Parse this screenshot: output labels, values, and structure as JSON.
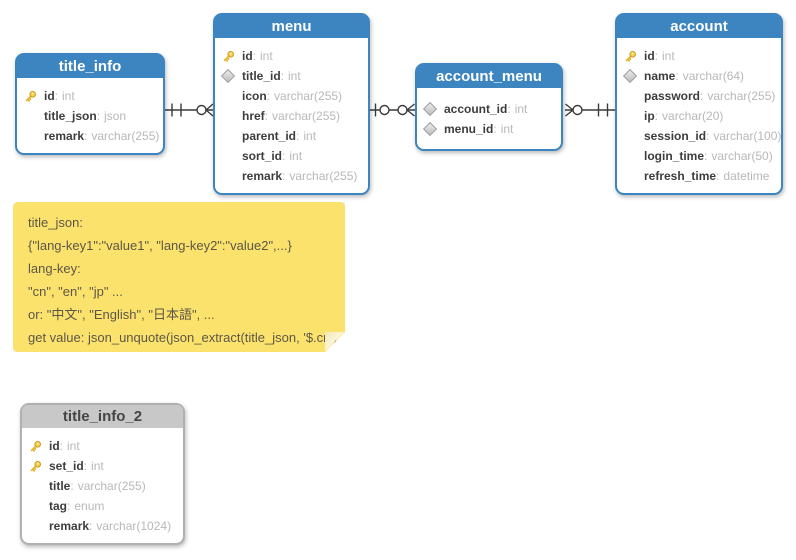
{
  "ui": {
    "colon": ":"
  },
  "colors": {
    "entity_blue": "#3c85c0",
    "entity_gray_header": "#c8c8c8",
    "note_yellow": "#fbe26d",
    "field_name_text": "#3d3d3d",
    "field_type_text": "#b8b8b8",
    "connector_line": "#3a3a3a",
    "key_icon_gold": "#e8b42c"
  },
  "entities": [
    {
      "title": "title_info",
      "style": "blue",
      "fields": [
        {
          "icon": "key",
          "name": "id",
          "type": "int"
        },
        {
          "icon": "none",
          "name": "title_json",
          "type": "json"
        },
        {
          "icon": "none",
          "name": "remark",
          "type": "varchar(255)"
        }
      ]
    },
    {
      "title": "menu",
      "style": "blue",
      "fields": [
        {
          "icon": "key",
          "name": "id",
          "type": "int"
        },
        {
          "icon": "diamond",
          "name": "title_id",
          "type": "int"
        },
        {
          "icon": "none",
          "name": "icon",
          "type": "varchar(255)"
        },
        {
          "icon": "none",
          "name": "href",
          "type": "varchar(255)"
        },
        {
          "icon": "none",
          "name": "parent_id",
          "type": "int"
        },
        {
          "icon": "none",
          "name": "sort_id",
          "type": "int"
        },
        {
          "icon": "none",
          "name": "remark",
          "type": "varchar(255)"
        }
      ]
    },
    {
      "title": "account_menu",
      "style": "blue",
      "fields": [
        {
          "icon": "diamond",
          "name": "account_id",
          "type": "int"
        },
        {
          "icon": "diamond",
          "name": "menu_id",
          "type": "int"
        }
      ]
    },
    {
      "title": "account",
      "style": "blue",
      "fields": [
        {
          "icon": "key",
          "name": "id",
          "type": "int"
        },
        {
          "icon": "diamond",
          "name": "name",
          "type": "varchar(64)"
        },
        {
          "icon": "none",
          "name": "password",
          "type": "varchar(255)"
        },
        {
          "icon": "none",
          "name": "ip",
          "type": "varchar(20)"
        },
        {
          "icon": "none",
          "name": "session_id",
          "type": "varchar(100)"
        },
        {
          "icon": "none",
          "name": "login_time",
          "type": "varchar(50)"
        },
        {
          "icon": "none",
          "name": "refresh_time",
          "type": "datetime"
        }
      ]
    },
    {
      "title": "title_info_2",
      "style": "gray",
      "fields": [
        {
          "icon": "key",
          "name": "id",
          "type": "int"
        },
        {
          "icon": "key",
          "name": "set_id",
          "type": "int"
        },
        {
          "icon": "none",
          "name": "title",
          "type": "varchar(255)"
        },
        {
          "icon": "none",
          "name": "tag",
          "type": "enum"
        },
        {
          "icon": "none",
          "name": "remark",
          "type": "varchar(1024)"
        }
      ]
    }
  ],
  "note": {
    "lines": [
      "title_json:",
      "{\"lang-key1\":\"value1\", \"lang-key2\":\"value2\",...}",
      "lang-key:",
      "\"cn\", \"en\", \"jp\" ...",
      "or: \"中文\", \"English\", \"日本語\", ...",
      "get value: json_unquote(json_extract(title_json, '$.cn')"
    ]
  },
  "relationships": [
    {
      "from": "title_info",
      "to": "menu",
      "from_end": "one-mandatory",
      "to_end": "zero-or-many"
    },
    {
      "from": "menu",
      "to": "account_menu",
      "from_end": "one-zero",
      "to_end": "zero-or-many"
    },
    {
      "from": "account_menu",
      "to": "account",
      "from_end": "zero-or-many",
      "to_end": "one-mandatory"
    }
  ]
}
